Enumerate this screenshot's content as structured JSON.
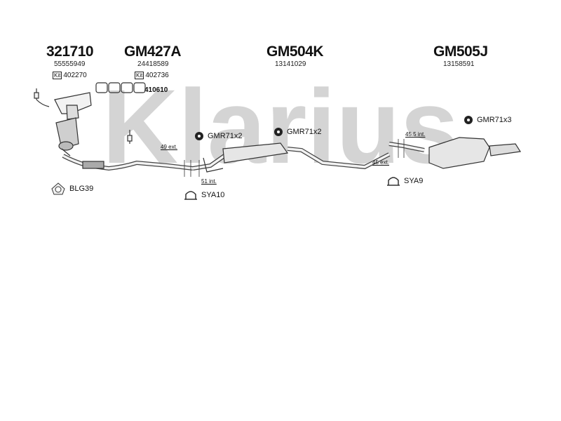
{
  "watermark": {
    "text": "Klarius",
    "color": "#d4d4d4"
  },
  "parts": [
    {
      "code": "321710",
      "oe": "55555949",
      "kit_tag": "Kit",
      "kit": "402270"
    },
    {
      "code": "GM427A",
      "oe": "24418589",
      "kit_tag": "Kit",
      "kit": "402736",
      "gasket": "410610"
    },
    {
      "code": "GM504K",
      "oe": "13141029"
    },
    {
      "code": "GM505J",
      "oe": "13158591"
    }
  ],
  "fittings": {
    "blg39": "BLG39",
    "gmr_a": "GMR71x2",
    "gmr_b": "GMR71x2",
    "gmr_c": "GMR71x3",
    "sya10": "SYA10",
    "sya9": "SYA9"
  },
  "dimensions": {
    "d49": "49 ext.",
    "d51": "51 int.",
    "d455": "45.5 int.",
    "d45": "45 ext."
  },
  "colors": {
    "line": "#333333",
    "fill": "#f2f2f2",
    "shade": "#bdbdbd"
  }
}
